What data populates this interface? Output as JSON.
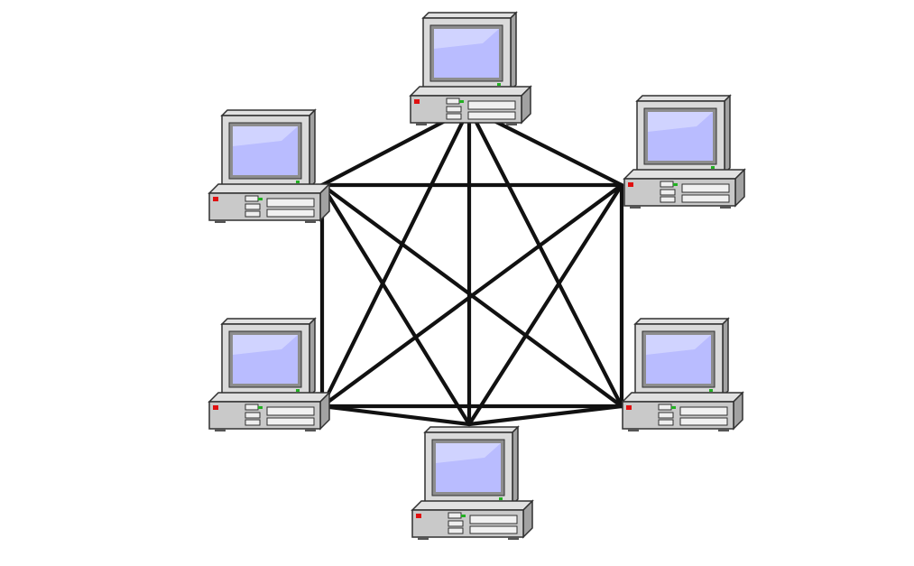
{
  "diagram": {
    "type": "mesh-network-topology",
    "node_icon": "desktop-computer-icon",
    "colors": {
      "line": "#111111",
      "case_top": "#e1e1e1",
      "case_front": "#c9c9c9",
      "case_side": "#a2a2a2",
      "bezel": "#dadada",
      "screen": "#b9bcff",
      "screen_glare": "#e3e5ff",
      "outline": "#303030",
      "power_led": "#e01010",
      "status_led": "#22b022"
    },
    "nodes": [
      {
        "id": "top",
        "label": ""
      },
      {
        "id": "upper-left",
        "label": ""
      },
      {
        "id": "upper-right",
        "label": ""
      },
      {
        "id": "lower-left",
        "label": ""
      },
      {
        "id": "lower-right",
        "label": ""
      },
      {
        "id": "bottom",
        "label": ""
      }
    ],
    "edges": [
      [
        "top",
        "upper-left"
      ],
      [
        "top",
        "upper-right"
      ],
      [
        "top",
        "lower-left"
      ],
      [
        "top",
        "lower-right"
      ],
      [
        "top",
        "bottom"
      ],
      [
        "upper-left",
        "upper-right"
      ],
      [
        "upper-left",
        "lower-left"
      ],
      [
        "upper-left",
        "lower-right"
      ],
      [
        "upper-left",
        "bottom"
      ],
      [
        "upper-right",
        "lower-left"
      ],
      [
        "upper-right",
        "lower-right"
      ],
      [
        "upper-right",
        "bottom"
      ],
      [
        "lower-left",
        "lower-right"
      ],
      [
        "lower-left",
        "bottom"
      ],
      [
        "lower-right",
        "bottom"
      ]
    ]
  }
}
